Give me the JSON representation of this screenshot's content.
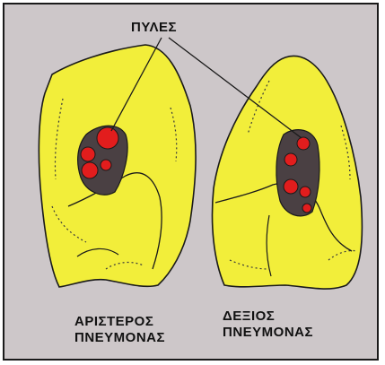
{
  "labels": {
    "hilum": "ΠΥΛΕΣ",
    "left_lung_line1": "ΑΡΙΣΤΕΡΟΣ",
    "left_lung_line2": "ΠΝΕΥΜΟΝΑΣ",
    "right_lung_line1": "ΔΕΞΙΟΣ",
    "right_lung_line2": "ΠΝΕΥΜΟΝΑΣ"
  },
  "colors": {
    "background": "#cdc7c9",
    "lung_fill": "#f2ee3a",
    "vessel_red": "#e21d1d",
    "outline": "#1a1a1a"
  }
}
